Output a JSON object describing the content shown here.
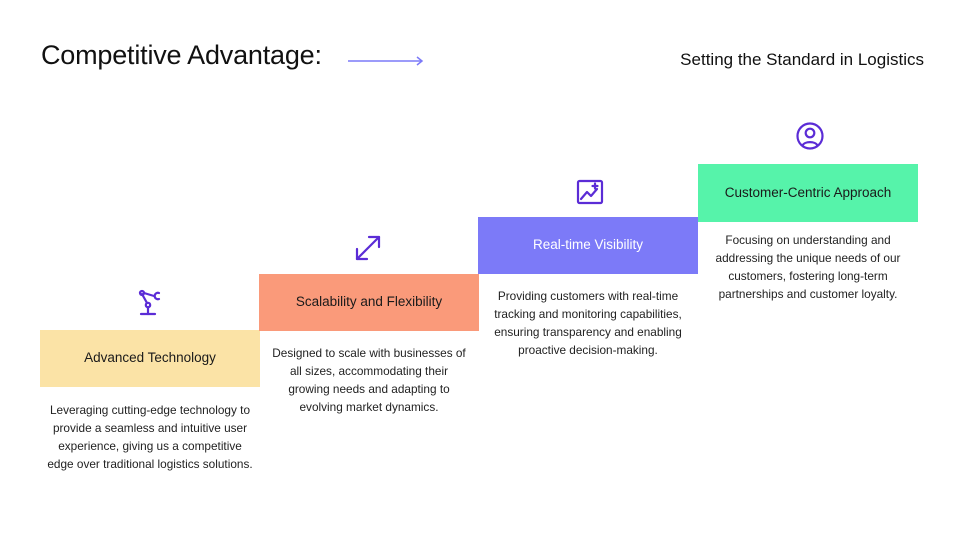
{
  "header": {
    "title": "Competitive Advantage:",
    "subtitle": "Setting the Standard in Logistics"
  },
  "colors": {
    "step1": "#FBE3A6",
    "step2": "#FA9A7A",
    "step3": "#7C7AF8",
    "step4": "#56F3AA",
    "icon": "#5B2CD6",
    "arrow": "#7C7AF8"
  },
  "steps": [
    {
      "label": "Advanced Technology",
      "description": "Leveraging cutting-edge technology to provide a seamless and intuitive user experience, giving us a competitive edge over traditional logistics solutions.",
      "icon": "robot-arm-icon"
    },
    {
      "label": "Scalability and Flexibility",
      "description": "Designed to scale with businesses of all sizes, accommodating their growing needs and adapting to evolving market dynamics.",
      "icon": "expand-arrows-icon"
    },
    {
      "label": "Real-time Visibility",
      "description": "Providing customers with real-time tracking and monitoring capabilities, ensuring transparency and enabling proactive decision-making.",
      "icon": "chart-sparkle-icon"
    },
    {
      "label": "Customer-Centric Approach",
      "description": "Focusing on understanding and addressing the unique needs of our customers, fostering long-term partnerships and customer loyalty.",
      "icon": "user-circle-icon"
    }
  ]
}
